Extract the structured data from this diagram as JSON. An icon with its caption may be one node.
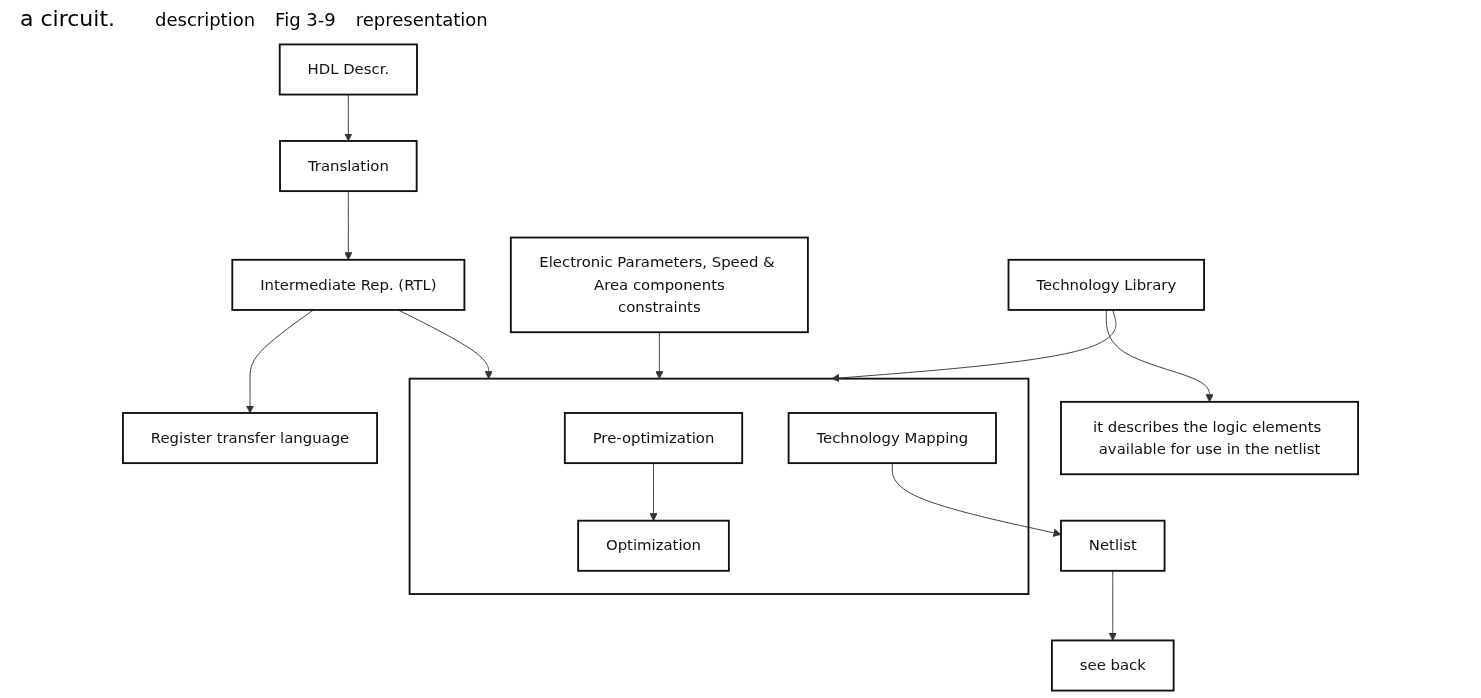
{
  "diagram": {
    "title": "a circuit.",
    "nodes": [
      {
        "text": [
          "HDL Descr."
        ]
      },
      {
        "text": [
          "Translation"
        ]
      },
      {
        "text": [
          "Intermediate Rep. (RTL)"
        ]
      },
      {
        "text": [
          "Register transfer language"
        ]
      },
      {
        "text": [
          "Electronic Parameters, Speed & Area components",
          "constraints"
        ]
      },
      {
        "text": [
          "Technology Library"
        ]
      },
      {
        "text": [
          "it describes the logic elements available for use in the netlist"
        ]
      },
      {
        "text": [],
        "shape": "box"
      },
      {
        "text": [
          "Pre-optimization"
        ],
        "in": 7
      },
      {
        "text": [
          "Optimization"
        ],
        "in": 7
      },
      {
        "text": [
          "Technology Mapping"
        ],
        "in": 7
      },
      {
        "text": [
          "Netlist"
        ]
      },
      {
        "text": [
          "see back"
        ]
      }
    ],
    "edges": [
      {
        "from": 0,
        "to": 1,
        "arrow": "to"
      },
      {
        "from": 1,
        "to": 2,
        "arrow": "to"
      },
      {
        "from": 2,
        "to": 3,
        "arrow": "to"
      },
      {
        "from": 2,
        "to": 7,
        "arrow": "to"
      },
      {
        "from": 4,
        "to": 7,
        "arrow": "to"
      },
      {
        "from": 5,
        "to": 6,
        "arrow": "to"
      },
      {
        "from": 5,
        "to": 7,
        "arrow": "to"
      },
      {
        "from": 8,
        "to": 9,
        "arrow": "to"
      },
      {
        "from": 10,
        "to": 11,
        "arrow": "to"
      },
      {
        "from": 11,
        "to": 12,
        "arrow": "to"
      }
    ],
    "labels": [
      "description",
      "Fig 3-9",
      "representation"
    ]
  }
}
